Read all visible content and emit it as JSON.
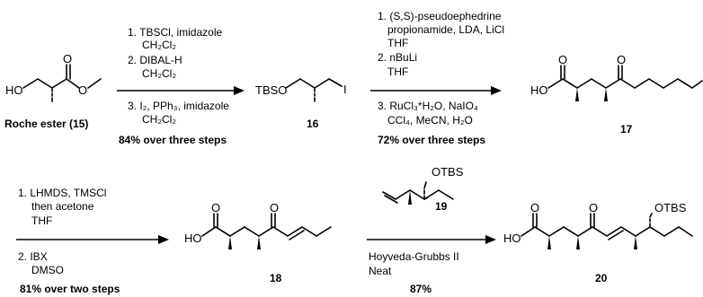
{
  "atoms": {
    "ho": "HO",
    "o": "O",
    "tbso": "TBSO",
    "i": "I",
    "otbs": "OTBS"
  },
  "compounds": {
    "roche": "Roche ester (15)",
    "c16": "16",
    "c17": "17",
    "c18": "18",
    "c19": "19",
    "c20": "20"
  },
  "steps": {
    "step1": {
      "lines": [
        "1. TBSCl, imidazole",
        "CH₂Cl₂",
        "2. DIBAL-H",
        "CH₂Cl₂",
        "3. I₂, PPh₃, imidazole",
        "CH₂Cl₂"
      ],
      "yield": "84% over three steps"
    },
    "step2": {
      "lines": [
        "1. (S,S)-pseudoephedrine",
        "propionamide, LDA, LiCl",
        "THF",
        "2. nBuLi",
        "THF",
        "3. RuCl₃*H₂O, NaIO₄",
        "CCl₄, MeCN, H₂O"
      ],
      "yield": "72% over three steps"
    },
    "step3": {
      "lines": [
        "1. LHMDS, TMSCl",
        "then acetone",
        "THF",
        "2. IBX",
        "DMSO"
      ],
      "yield": "81% over two steps"
    },
    "step4": {
      "lines": [
        "Hoyveda-Grubbs II",
        "Neat"
      ],
      "yield": "87%"
    }
  }
}
